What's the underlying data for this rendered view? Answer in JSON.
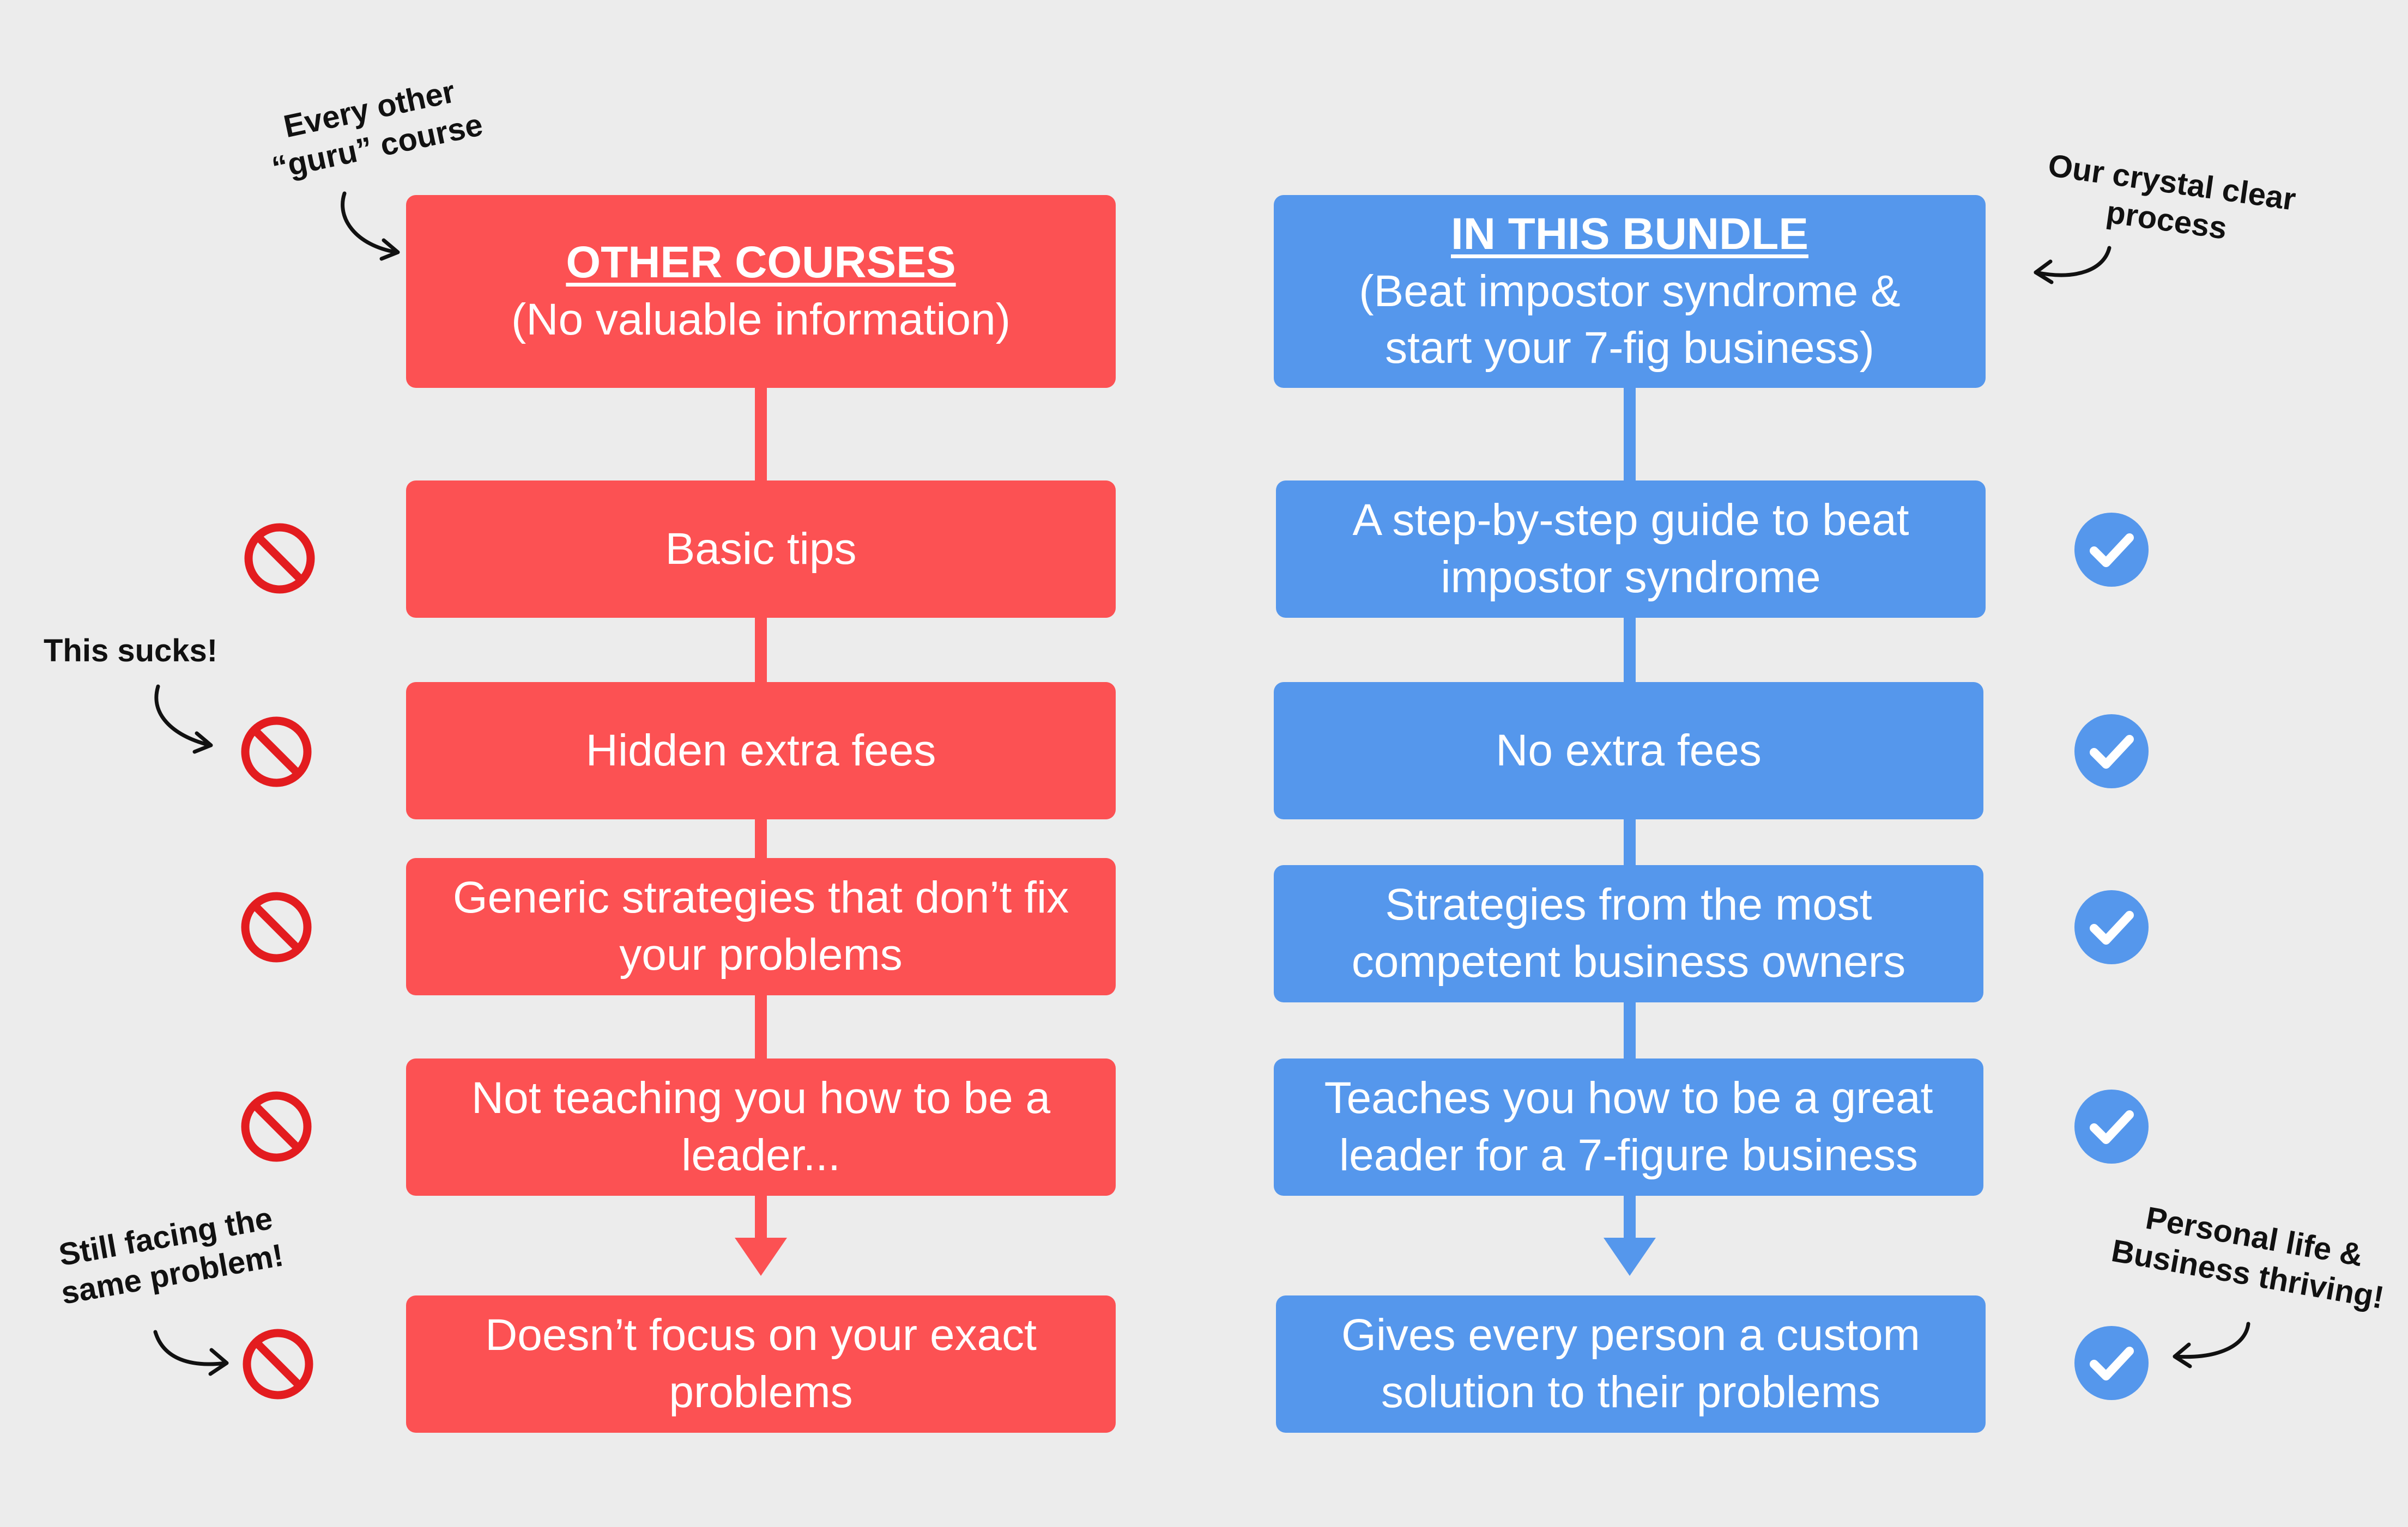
{
  "colors": {
    "background": "#ececec",
    "other_courses": "#fc5153",
    "bundle": "#5597ec",
    "no_icon": "#e31c1f",
    "check_icon": "#5597ec"
  },
  "left": {
    "header": {
      "title": "OTHER COURSES",
      "subtitle": "(No valuable information)"
    },
    "items": [
      "Basic tips",
      "Hidden extra fees",
      "Generic strategies that don’t fix your problems",
      "Not teaching you how to be a leader...",
      "Doesn’t focus on your exact problems"
    ],
    "item_icon": "no-entry-icon"
  },
  "right": {
    "header": {
      "title": "IN THIS BUNDLE",
      "subtitle": "(Beat impostor syndrome & start your 7-fig business)"
    },
    "items": [
      "A step-by-step guide to beat impostor syndrome",
      "No extra fees",
      "Strategies from the most competent business owners",
      "Teaches you how to be a great leader for a 7-figure business",
      "Gives every person a custom solution to their problems"
    ],
    "item_icon": "check-circle-icon"
  },
  "annotations": {
    "guru": "Every other “guru” course",
    "crystal": "Our crystal clear process",
    "sucks": "This sucks!",
    "same_problem": "Still facing the same problem!",
    "thriving": "Personal life & Business thriving!"
  }
}
